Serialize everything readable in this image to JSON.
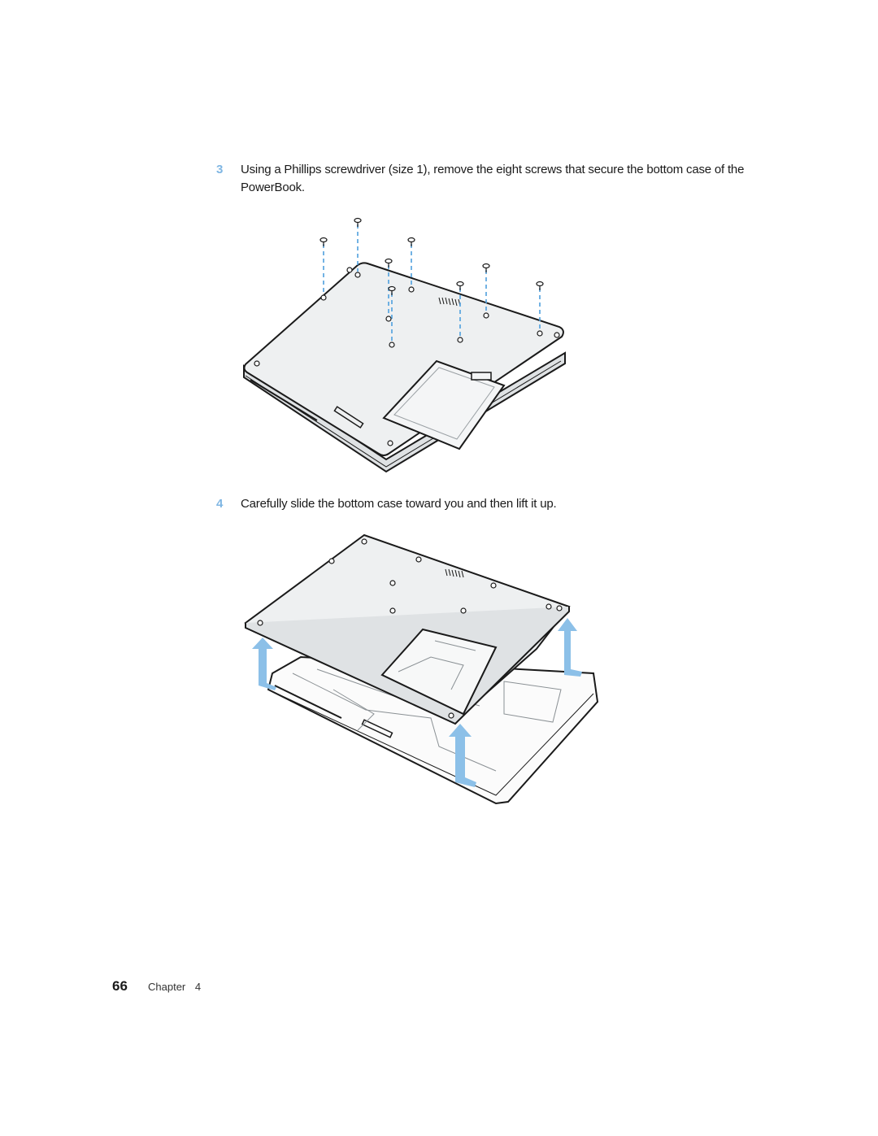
{
  "steps": [
    {
      "number": "3",
      "text": "Using a Phillips screwdriver (size 1), remove the eight screws that secure the bottom case of the PowerBook."
    },
    {
      "number": "4",
      "text": "Carefully slide the bottom case toward you and then lift it up."
    }
  ],
  "footer": {
    "page_number": "66",
    "chapter_label": "Chapter",
    "chapter_number": "4"
  },
  "colors": {
    "accent": "#7fb6e3",
    "arrow": "#8cc0e8",
    "case": "#eef0f1",
    "line": "#1a1a1a"
  }
}
